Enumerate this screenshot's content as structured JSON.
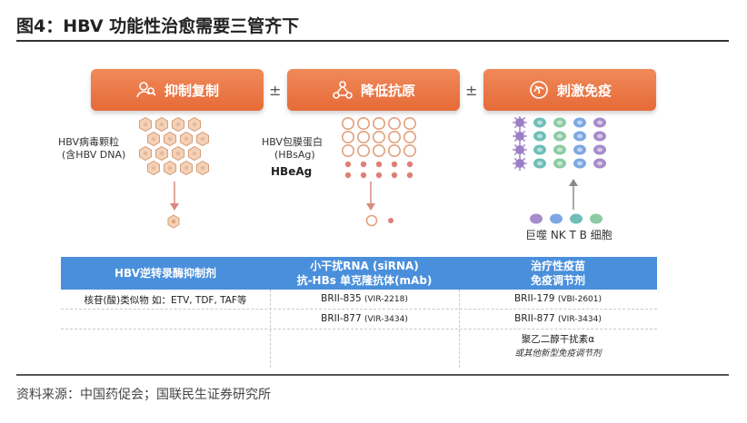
{
  "title": "图4：HBV 功能性治愈需要三管齐下",
  "source": "资料来源：中国药促会；国联民生证券研究所",
  "categories": [
    {
      "label": "抑制复制",
      "icon": "person-magnifier-icon"
    },
    {
      "label": "降低抗原",
      "icon": "molecule-icon"
    },
    {
      "label": "刺激免疫",
      "icon": "immune-cell-icon"
    }
  ],
  "operators": [
    "±",
    "±"
  ],
  "labels": {
    "virus": "HBV病毒颗粒",
    "virus_sub": "(含HBV DNA)",
    "surface_antigen": "HBV包膜蛋白",
    "surface_antigen_sub": "(HBsAg)",
    "e_antigen": "HBeAg",
    "cells": "巨噬  NK  T   B 细胞"
  },
  "colors": {
    "header_orange": "#e66a38",
    "table_header_blue": "#4a8fdb",
    "virus_hex": "#e9b89a",
    "antigen_ring": "#e3a07a",
    "antigen_dot": "#df7f78",
    "cell_purple": "#9b7fc6",
    "cell_teal": "#5fb8b0",
    "cell_green": "#7fc59a",
    "cell_blue": "#6f9fe0"
  },
  "table": {
    "headers": [
      {
        "line1": "HBV逆转录酶抑制剂",
        "line2": ""
      },
      {
        "line1": "小干扰RNA (siRNA)",
        "line2": "抗-HBs 单克隆抗体(mAb)"
      },
      {
        "line1": "治疗性疫苗",
        "line2": "免疫调节剂"
      }
    ],
    "col1": [
      "核苷(酸)类似物 如：ETV, TDF, TAF等"
    ],
    "col2": [
      {
        "name": "BRII-835",
        "code": "(VIR-2218)"
      },
      {
        "name": "BRII-877",
        "code": "(VIR-3434)"
      }
    ],
    "col3": [
      {
        "name": "BRII-179",
        "code": "(VBI-2601)"
      },
      {
        "name": "BRII-877",
        "code": "(VIR-3434)"
      },
      {
        "name": "聚乙二醇干扰素α",
        "code": ""
      }
    ],
    "col3_note": "或其他新型免疫调节剂"
  }
}
